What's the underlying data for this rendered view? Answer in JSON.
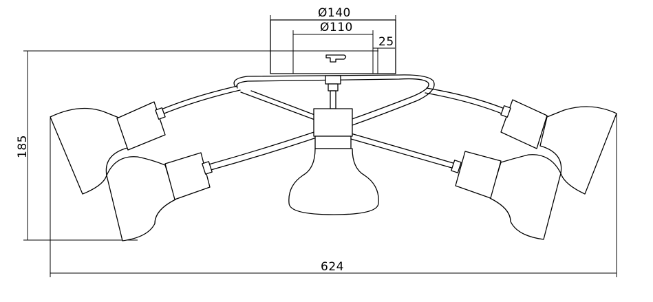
{
  "dimensions": {
    "outer_diameter": "Ø140",
    "inner_diameter": "Ø110",
    "canopy_depth": "25",
    "height": "185",
    "width": "624"
  },
  "colors": {
    "line": "#000000",
    "background": "#ffffff"
  }
}
